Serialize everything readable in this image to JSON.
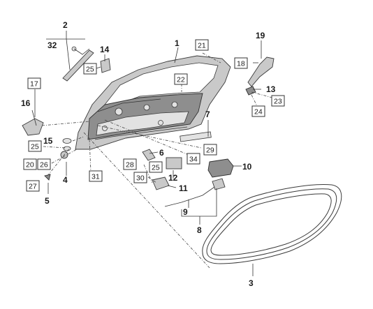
{
  "callouts": {
    "n1": "1",
    "n2": "2",
    "n3": "3",
    "n4": "4",
    "n5": "5",
    "n6": "6",
    "n7": "7",
    "n8": "8",
    "n9": "9",
    "n10": "10",
    "n11": "11",
    "n12": "12",
    "n13": "13",
    "n14": "14",
    "n15": "15",
    "n16": "16",
    "n19": "19",
    "n32": "32"
  },
  "boxed_callouts": {
    "b17": "17",
    "b18": "18",
    "b20": "20",
    "b21": "21",
    "b22": "22",
    "b23": "23",
    "b24": "24",
    "b25a": "25",
    "b25b": "25",
    "b25c": "25",
    "b26": "26",
    "b27": "27",
    "b28": "28",
    "b29": "29",
    "b30": "30",
    "b31": "31",
    "b34": "34"
  }
}
